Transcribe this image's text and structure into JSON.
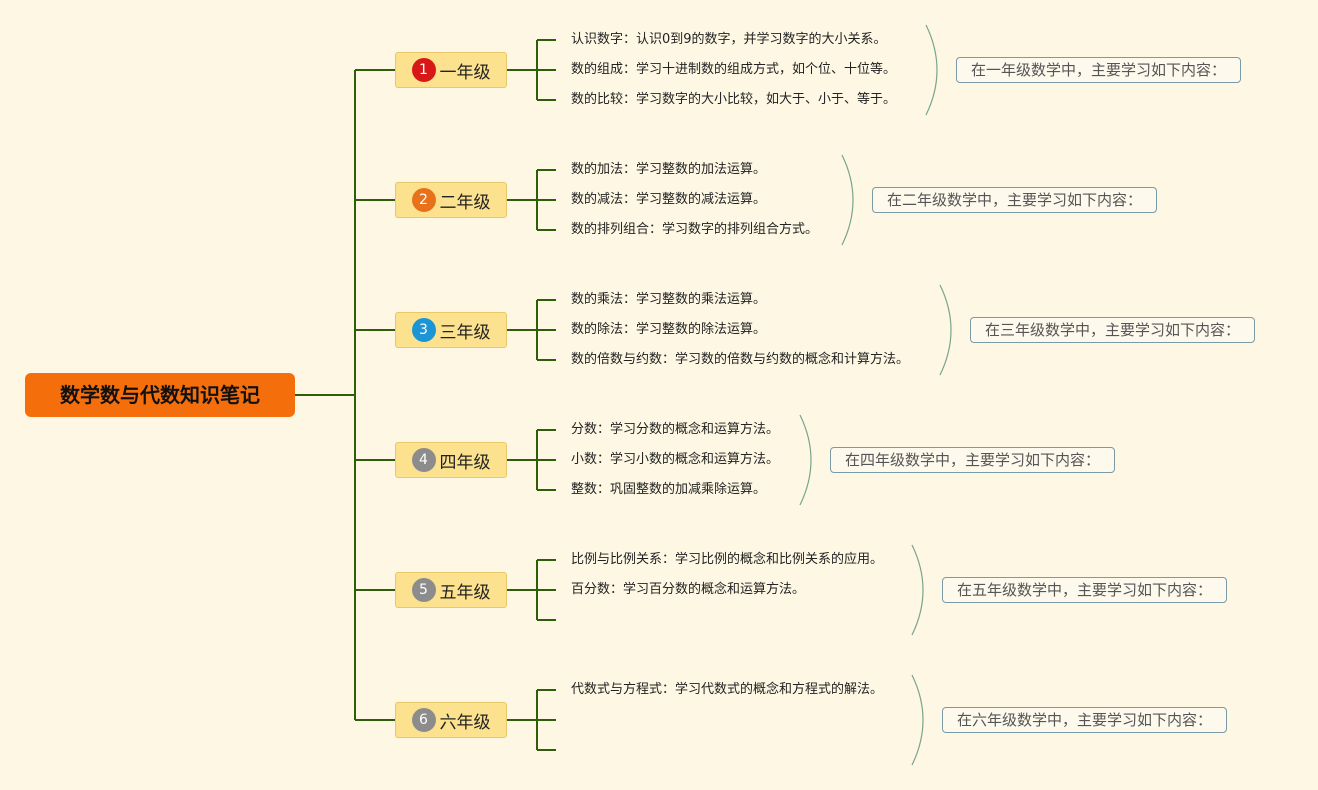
{
  "root": {
    "title": "数学数与代数知识笔记"
  },
  "colors": {
    "line": "#2e5e0a",
    "bracket": "#7aa58c",
    "root_bg": "#f56e0c",
    "node_bg": "#fce28f"
  },
  "grades": [
    {
      "badge": "1",
      "badge_color": "#d81818",
      "label": "一年级",
      "items": [
        "认识数字：认识0到9的数字，并学习数字的大小关系。",
        "数的组成：学习十进制数的组成方式，如个位、十位等。",
        "数的比较：学习数字的大小比较，如大于、小于、等于。"
      ],
      "note": "在一年级数学中，主要学习如下内容："
    },
    {
      "badge": "2",
      "badge_color": "#e8721a",
      "label": "二年级",
      "items": [
        "数的加法：学习整数的加法运算。",
        "数的减法：学习整数的减法运算。",
        "数的排列组合：学习数字的排列组合方式。"
      ],
      "note": "在二年级数学中，主要学习如下内容："
    },
    {
      "badge": "3",
      "badge_color": "#1b95d6",
      "label": "三年级",
      "items": [
        "数的乘法：学习整数的乘法运算。",
        "数的除法：学习整数的除法运算。",
        "数的倍数与约数：学习数的倍数与约数的概念和计算方法。"
      ],
      "note": "在三年级数学中，主要学习如下内容："
    },
    {
      "badge": "4",
      "badge_color": "#8c8c8c",
      "label": "四年级",
      "items": [
        "分数：学习分数的概念和运算方法。",
        "小数：学习小数的概念和运算方法。",
        "整数：巩固整数的加减乘除运算。"
      ],
      "note": "在四年级数学中，主要学习如下内容："
    },
    {
      "badge": "5",
      "badge_color": "#8c8c8c",
      "label": "五年级",
      "items": [
        "比例与比例关系：学习比例的概念和比例关系的应用。",
        "百分数：学习百分数的概念和运算方法。",
        ""
      ],
      "note": "在五年级数学中，主要学习如下内容："
    },
    {
      "badge": "6",
      "badge_color": "#8c8c8c",
      "label": "六年级",
      "items": [
        "代数式与方程式：学习代数式的概念和方程式的解法。",
        "",
        ""
      ],
      "note": "在六年级数学中，主要学习如下内容："
    }
  ]
}
